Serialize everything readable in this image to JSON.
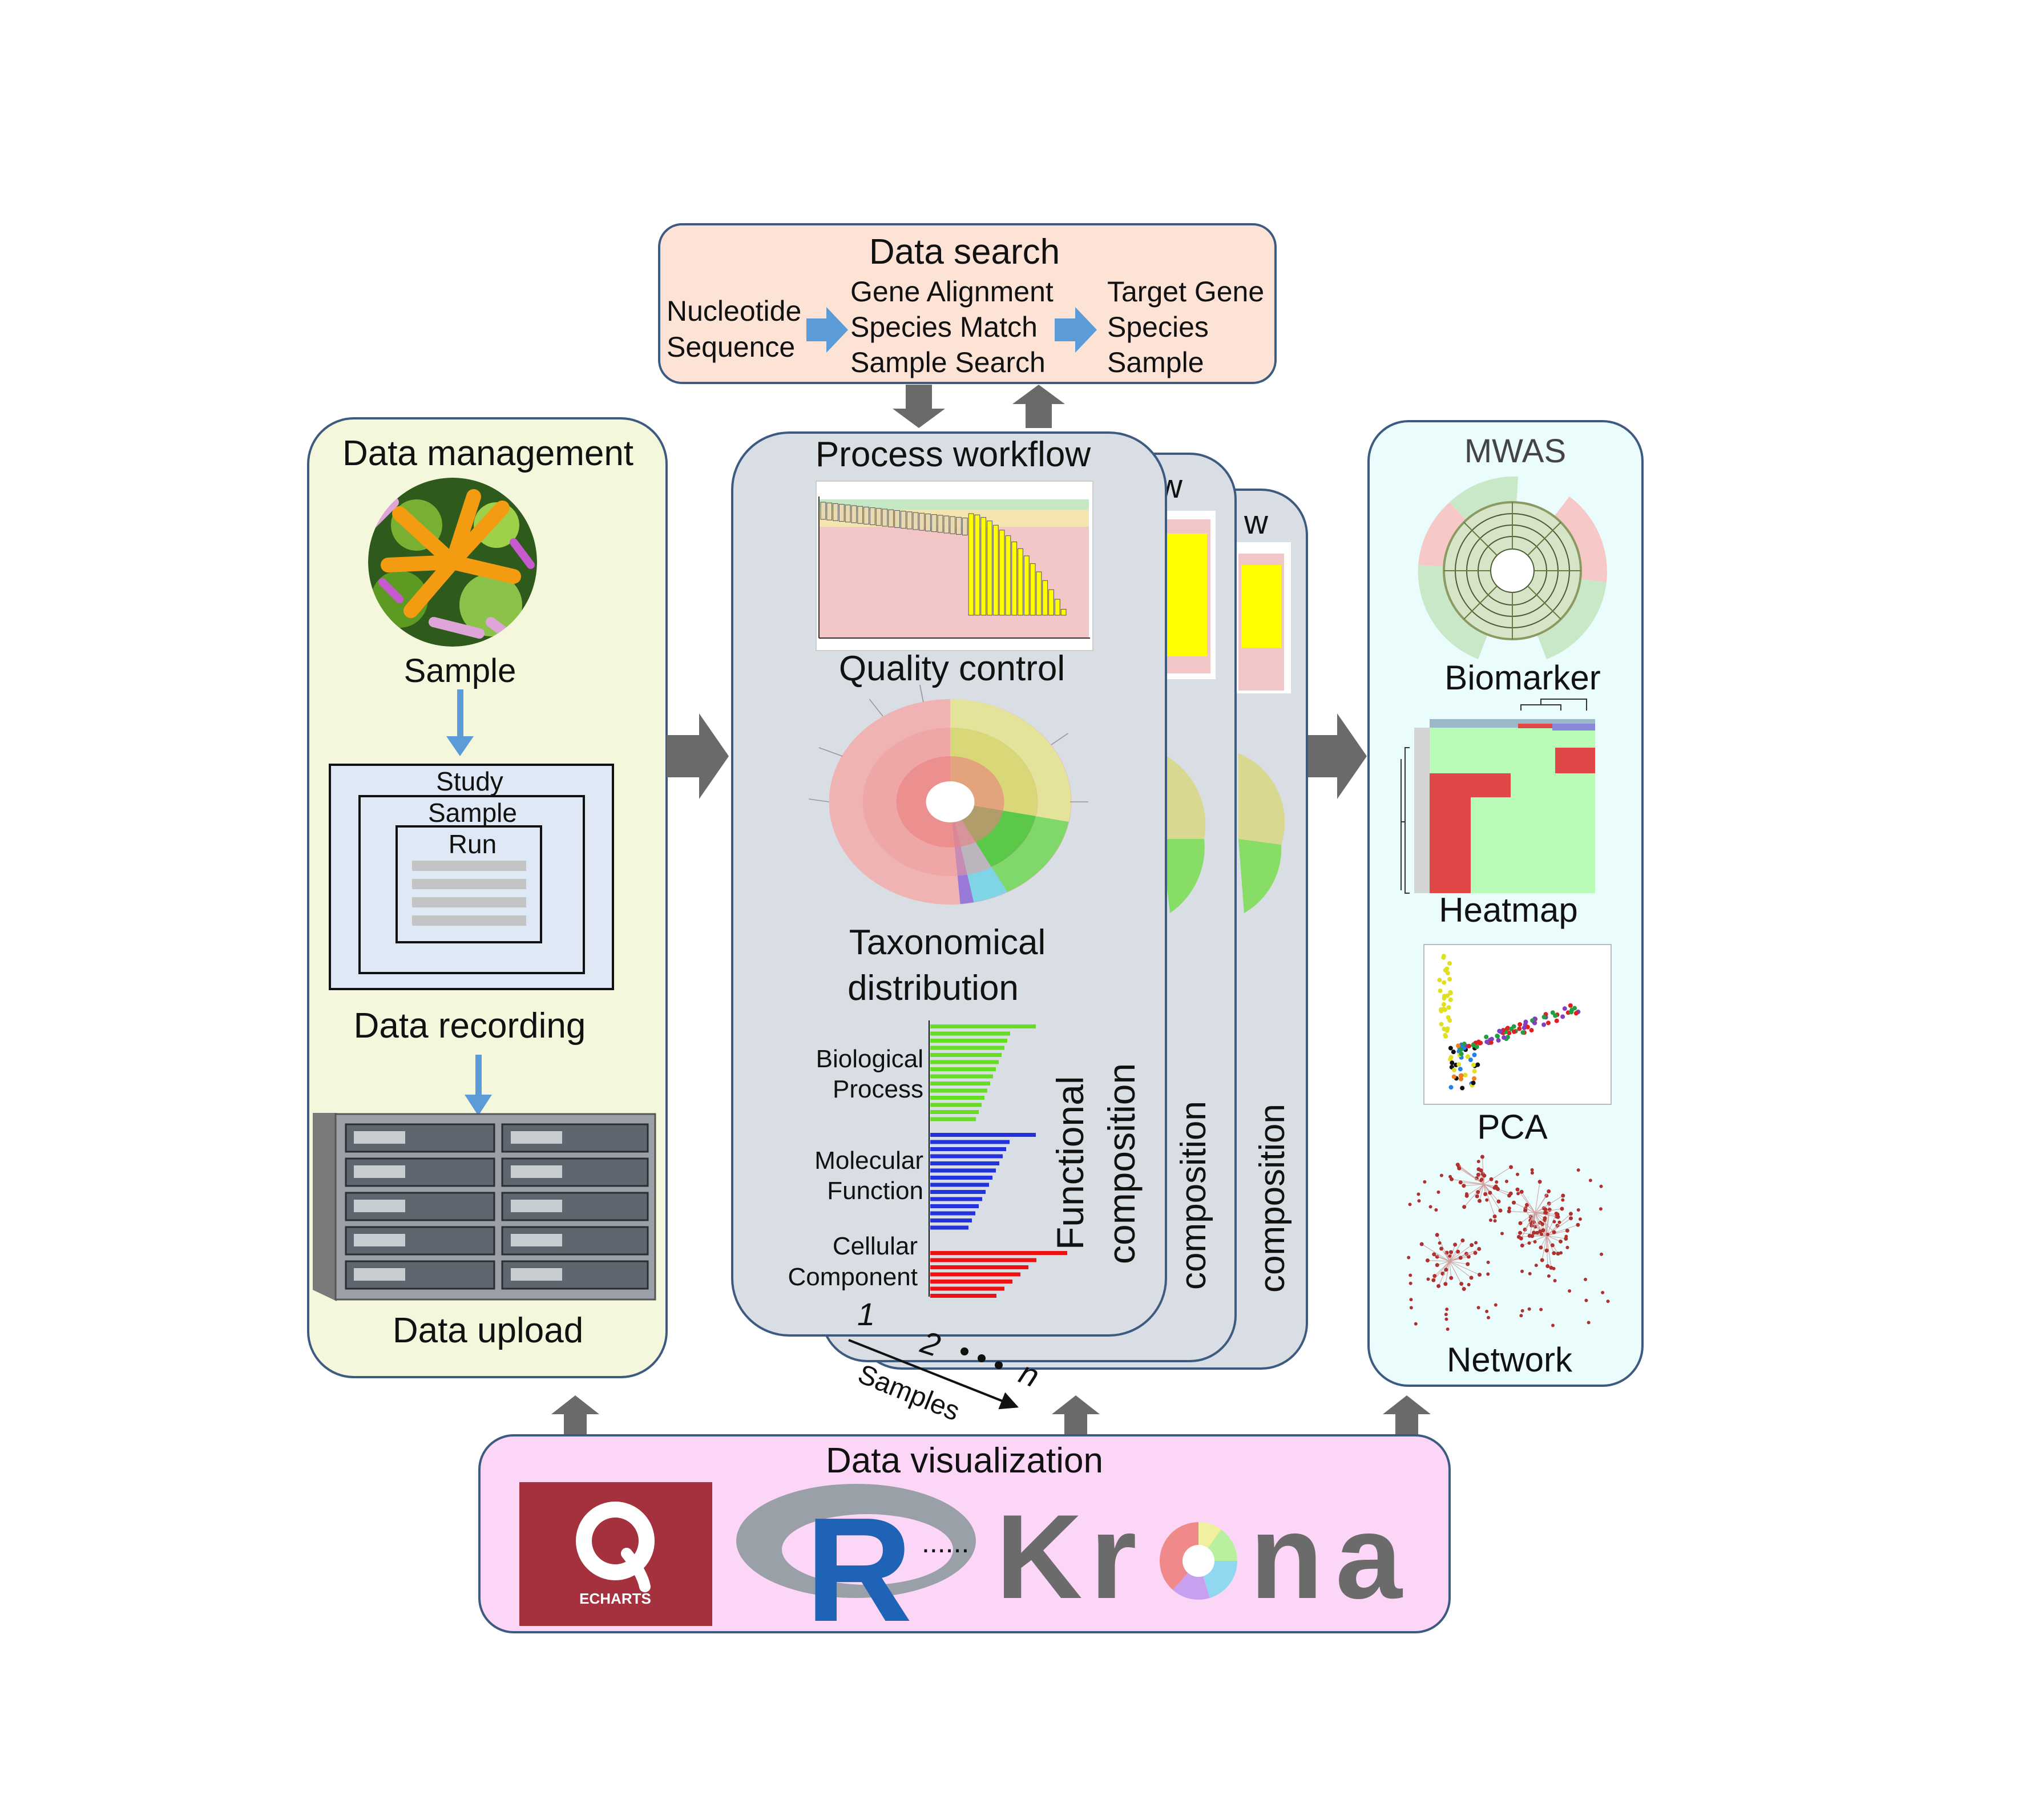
{
  "data_search": {
    "title": "Data search",
    "input_lines": [
      "Nucleotide",
      "Sequence"
    ],
    "method_lines": [
      "Gene Alignment",
      "Species Match",
      "Sample Search"
    ],
    "output_lines": [
      "Target Gene",
      "Species",
      "Sample"
    ]
  },
  "data_management": {
    "title": "Data management",
    "sample_label": "Sample",
    "record_levels": [
      "Study",
      "Sample",
      "Run"
    ],
    "recording_label": "Data recording",
    "upload_label": "Data upload"
  },
  "workflow": {
    "title": "Process workflow",
    "quality_label": "Quality control",
    "taxonomy_lines": [
      "Taxonomical",
      "distribution"
    ],
    "functional_lines": [
      "Functional",
      "composition"
    ],
    "back_card_label": "composition",
    "categories": [
      {
        "lines": [
          "Biological",
          "Process"
        ],
        "color": "#66dd22"
      },
      {
        "lines": [
          "Molecular",
          "Function"
        ],
        "color": "#2233dd"
      },
      {
        "lines": [
          "Cellular",
          "Component"
        ],
        "color": "#ee1111"
      }
    ],
    "card_numbers": [
      "1",
      "2",
      "n"
    ],
    "samples_label": "Samples"
  },
  "analysis": {
    "mwas_label": "MWAS",
    "biomarker_label": "Biomarker",
    "heatmap_label": "Heatmap",
    "pca_label": "PCA",
    "network_label": "Network"
  },
  "visualization": {
    "title": "Data visualization",
    "echarts_label": "ECHARTS",
    "r_label": "R",
    "separator": "......",
    "krona_parts": [
      "K",
      "r",
      "n",
      "a"
    ]
  },
  "colors": {
    "search_bg": "#fde3d6",
    "management_bg": "#f4f7dc",
    "workflow_bg": "#d9dde4",
    "analysis_bg": "#eafcfc",
    "visualization_bg": "#fcd6f7",
    "box_border": "#3d5a80",
    "flow_arrow": "#6a6a6a",
    "blue_arrow": "#5a9bd8",
    "echarts_red": "#a5313f"
  }
}
